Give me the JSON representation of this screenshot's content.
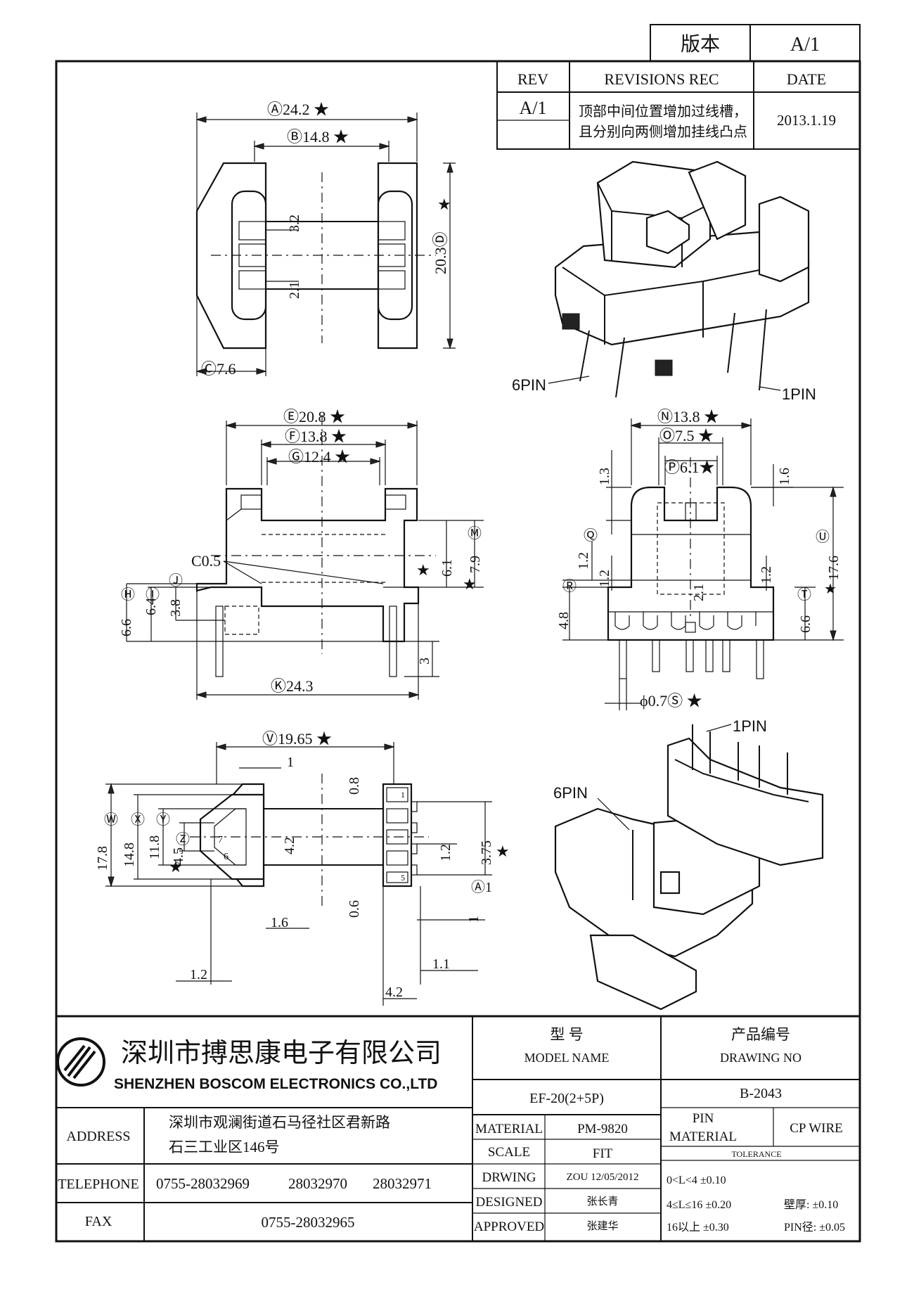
{
  "version_box": {
    "label": "版本",
    "value": "A/1"
  },
  "revision_table": {
    "headers": {
      "rev": "REV",
      "rec": "REVISIONS REC",
      "date": "DATE"
    },
    "row": {
      "rev": "A/1",
      "rec_line1": "顶部中间位置增加过线槽，",
      "rec_line2": "且分别向两侧增加挂线凸点",
      "date": "2013.1.19"
    }
  },
  "top_view": {
    "dim_a": "Ⓐ24.2 ★",
    "dim_b": "Ⓑ14.8 ★",
    "dim_c": "Ⓒ7.6",
    "dim_d": "20.3Ⓓ",
    "dim_d_star": "★",
    "dim_32": "3.2",
    "dim_21": "2.1"
  },
  "iso_top": {
    "pin6": "6PIN",
    "pin1": "1PIN"
  },
  "front_view": {
    "dim_e": "Ⓔ20.8 ★",
    "dim_f": "Ⓕ13.8 ★",
    "dim_g": "Ⓖ12.4 ★",
    "c05": "C0.5",
    "dim_h": "Ⓗ",
    "dim_i": "Ⓘ",
    "dim_j": "Ⓙ",
    "v66": "6.6",
    "v64": "6.4",
    "v38": "3.8",
    "v61": "6.1",
    "v79": "7.9",
    "m": "Ⓜ",
    "v3": "3",
    "dim_k": "Ⓚ24.3",
    "star": "★"
  },
  "side_view": {
    "dim_n": "Ⓝ13.8 ★",
    "dim_o": "Ⓞ7.5 ★",
    "dim_p": "Ⓟ6.1★",
    "v13": "1.3",
    "v16": "1.6",
    "q": "Ⓠ",
    "v12q": "1.2",
    "v12a": "1.2",
    "v12b": "1.2",
    "r": "Ⓡ",
    "v48": "4.8",
    "v21": "2.1",
    "u": "Ⓤ",
    "v176": "17.6",
    "t": "Ⓣ",
    "v66": "6.6",
    "star": "★",
    "dim_s": "ϕ0.7Ⓢ ★"
  },
  "bottom_view": {
    "dim_v": "Ⓥ19.65 ★",
    "v1": "1",
    "v08": "0.8",
    "w": "Ⓦ",
    "v178": "17.8",
    "x": "Ⓧ",
    "v148": "14.8",
    "y": "Ⓨ",
    "v118": "11.8",
    "z": "Ⓩ",
    "v45": "4.5",
    "v42": "4.2",
    "v12": "1.2",
    "v375": "3.75",
    "a1": "Ⓐ1",
    "v06": "0.6",
    "v16": "1.6",
    "v1b": "1",
    "v12b": "1.2",
    "v11": "1.1",
    "v42b": "4.2",
    "star": "★",
    "pin1": "1",
    "pin6": "6",
    "pin5": "5",
    "pin7": "7"
  },
  "iso_bottom": {
    "pin1": "1PIN",
    "pin6": "6PIN"
  },
  "title_block": {
    "company_cn": "深圳市搏思康电子有限公司",
    "company_en": "SHENZHEN BOSCOM ELECTRONICS CO.,LTD",
    "address_label": "ADDRESS",
    "address_line1": "深圳市观澜街道石马径社区君新路",
    "address_line2": "石三工业区146号",
    "telephone_label": "TELEPHONE",
    "tel1": "0755-28032969",
    "tel2": "28032970",
    "tel3": "28032971",
    "fax_label": "FAX",
    "fax": "0755-28032965",
    "model_label_cn": "型    号",
    "model_label_en": "MODEL NAME",
    "model": "EF-20(2+5P)",
    "drawing_label_cn": "产品编号",
    "drawing_label_en": "DRAWING NO",
    "drawing_no": "B-2043",
    "material_label": "MATERIAL",
    "material": "PM-9820",
    "scale_label": "SCALE",
    "scale": "FIT",
    "drwing_label": "DRWING",
    "drwing": "ZOU 12/05/2012",
    "designed_label": "DESIGNED",
    "designed": "张长青",
    "approved_label": "APPROVED",
    "approved": "张建华",
    "pin_material_label1": "PIN",
    "pin_material_label2": "MATERIAL",
    "pin_material": "CP WIRE",
    "tolerance_label": "TOLERANCE",
    "tol1": "0<L<4   ±0.10",
    "tol2": "4≤L≤16 ±0.20",
    "tol3": "16以上   ±0.30",
    "wall": "壁厚:  ±0.10",
    "pin_dia": "PIN径: ±0.05"
  }
}
